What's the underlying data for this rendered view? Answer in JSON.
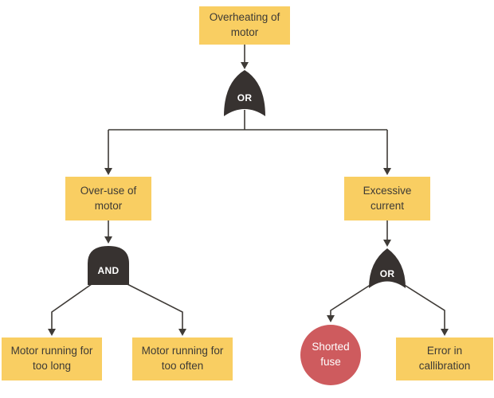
{
  "colors": {
    "node_fill": "#F9CE62",
    "node_text": "#3D3A35",
    "gate_fill": "#373230",
    "gate_text": "#FFFFFF",
    "event_fill": "#CE5B5E",
    "line": "#3F3B37"
  },
  "nodes": {
    "top": {
      "label": "Overheating of motor"
    },
    "overuse": {
      "label": "Over-use of motor"
    },
    "excessive": {
      "label": "Excessive current"
    },
    "too_long": {
      "label": "Motor running for too long"
    },
    "too_often": {
      "label": "Motor running for too often"
    },
    "shorted_fuse": {
      "label": "Shorted fuse"
    },
    "calibration": {
      "label": "Error in callibration"
    }
  },
  "gates": {
    "top_or": {
      "type": "or",
      "label": "OR"
    },
    "and": {
      "type": "and",
      "label": "AND"
    },
    "right_or": {
      "type": "or",
      "label": "OR"
    }
  }
}
